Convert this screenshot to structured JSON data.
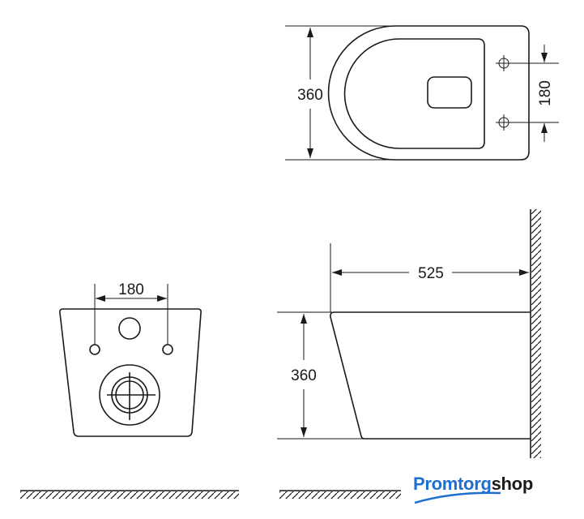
{
  "top_view": {
    "width_label": "360",
    "hole_spacing_label": "180"
  },
  "front_view": {
    "hole_spacing_label": "180"
  },
  "side_view": {
    "depth_label": "525",
    "height_label": "360"
  },
  "logo": {
    "part1": "Promtorg",
    "part2": "shop",
    "brand_color": "#1f6fd1"
  }
}
